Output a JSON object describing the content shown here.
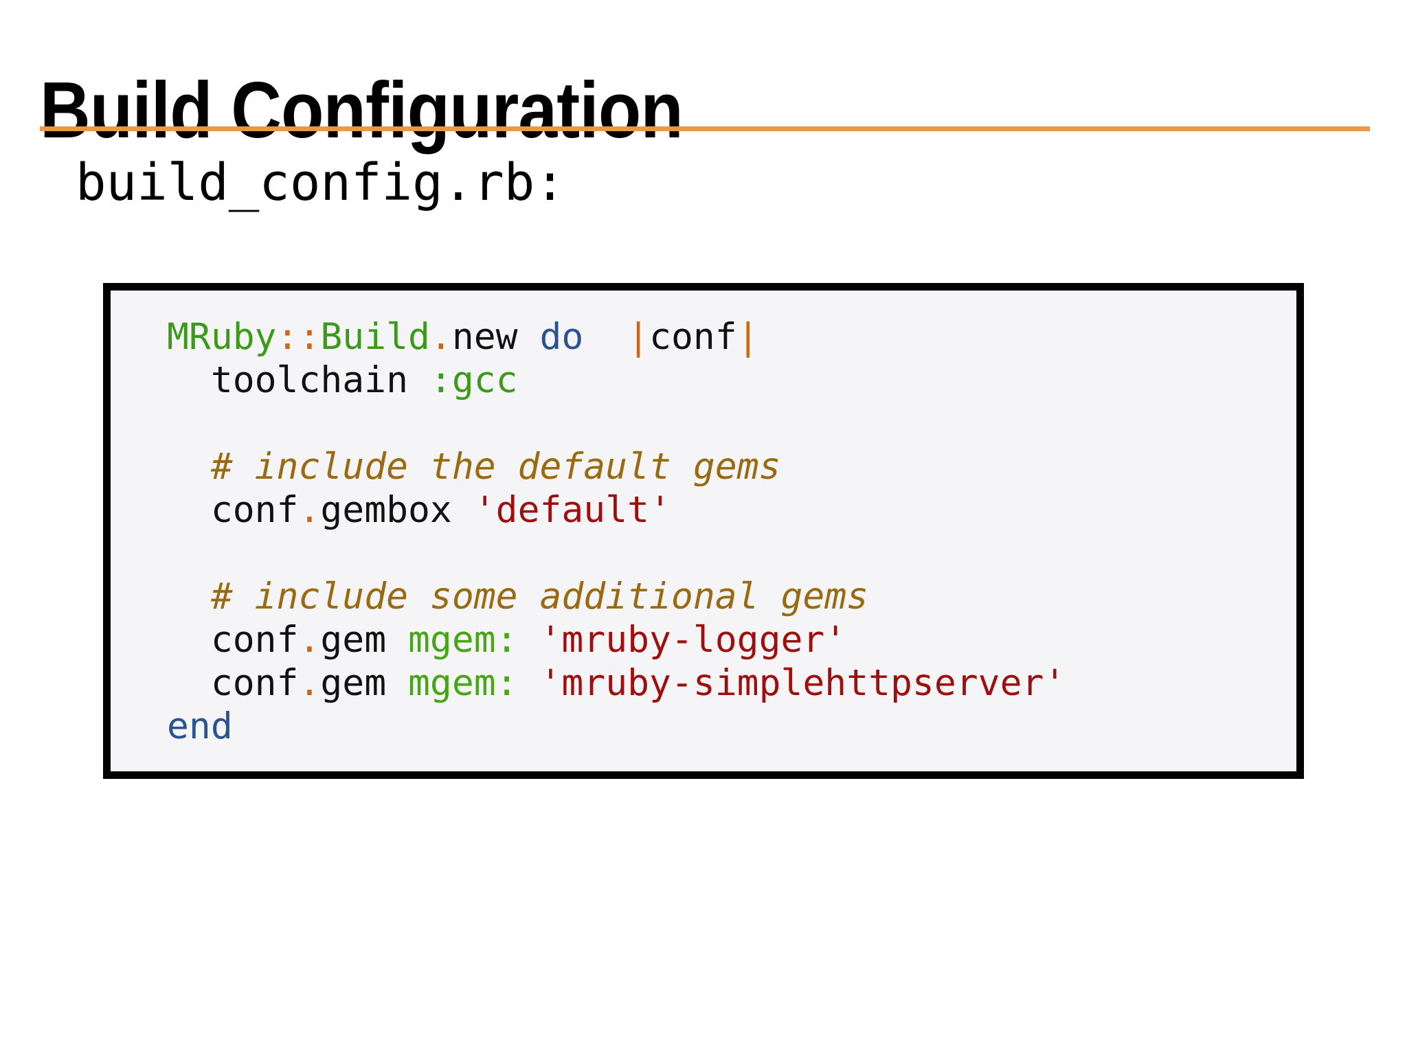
{
  "slide": {
    "title": "Build Configuration",
    "rule_color": "#F0963C",
    "background_color": "#FFFFFF",
    "filename_label": "build_config.rb:"
  },
  "code_block": {
    "language": "ruby",
    "background_color": "#F5F5F7",
    "border_color": "#000000",
    "lines": [
      {
        "index": 1,
        "text": "MRuby::Build.new do |conf|",
        "tokens": [
          {
            "t": "MRuby",
            "k": "const"
          },
          {
            "t": "::",
            "k": "op"
          },
          {
            "t": "Build",
            "k": "const"
          },
          {
            "t": ".",
            "k": "op"
          },
          {
            "t": "new ",
            "k": "plain"
          },
          {
            "t": "do",
            "k": "kw"
          },
          {
            "t": "  ",
            "k": "plain"
          },
          {
            "t": "|",
            "k": "op"
          },
          {
            "t": "conf",
            "k": "plain"
          },
          {
            "t": "|",
            "k": "op"
          }
        ]
      },
      {
        "index": 2,
        "text": "  toolchain :gcc",
        "tokens": [
          {
            "t": "  toolchain ",
            "k": "plain"
          },
          {
            "t": ":gcc",
            "k": "sym"
          }
        ]
      },
      {
        "index": 3,
        "text": "",
        "tokens": []
      },
      {
        "index": 4,
        "text": "  # include the default gems",
        "tokens": [
          {
            "t": "  ",
            "k": "plain"
          },
          {
            "t": "# include the default gems",
            "k": "comment"
          }
        ]
      },
      {
        "index": 5,
        "text": "  conf.gembox 'default'",
        "tokens": [
          {
            "t": "  conf",
            "k": "plain"
          },
          {
            "t": ".",
            "k": "op"
          },
          {
            "t": "gembox ",
            "k": "plain"
          },
          {
            "t": "'default'",
            "k": "str"
          }
        ]
      },
      {
        "index": 6,
        "text": "",
        "tokens": []
      },
      {
        "index": 7,
        "text": "  # include some additional gems",
        "tokens": [
          {
            "t": "  ",
            "k": "plain"
          },
          {
            "t": "# include some additional gems",
            "k": "comment"
          }
        ]
      },
      {
        "index": 8,
        "text": "  conf.gem mgem: 'mruby-logger'",
        "tokens": [
          {
            "t": "  conf",
            "k": "plain"
          },
          {
            "t": ".",
            "k": "op"
          },
          {
            "t": "gem ",
            "k": "plain"
          },
          {
            "t": "mgem:",
            "k": "label"
          },
          {
            "t": " ",
            "k": "plain"
          },
          {
            "t": "'mruby-logger'",
            "k": "str"
          }
        ]
      },
      {
        "index": 9,
        "text": "  conf.gem mgem: 'mruby-simplehttpserver'",
        "tokens": [
          {
            "t": "  conf",
            "k": "plain"
          },
          {
            "t": ".",
            "k": "op"
          },
          {
            "t": "gem ",
            "k": "plain"
          },
          {
            "t": "mgem:",
            "k": "label"
          },
          {
            "t": " ",
            "k": "plain"
          },
          {
            "t": "'mruby-simplehttpserver'",
            "k": "str"
          }
        ]
      },
      {
        "index": 10,
        "text": "end",
        "tokens": [
          {
            "t": "end",
            "k": "kw"
          }
        ]
      }
    ]
  },
  "syntax_colors": {
    "constant": "#3C9A1A",
    "operator": "#CC6611",
    "keyword": "#2A5490",
    "plain": "#111111",
    "symbol": "#3C9A1A",
    "label": "#47A516",
    "string": "#9E1010",
    "comment": "#9A6A10"
  }
}
